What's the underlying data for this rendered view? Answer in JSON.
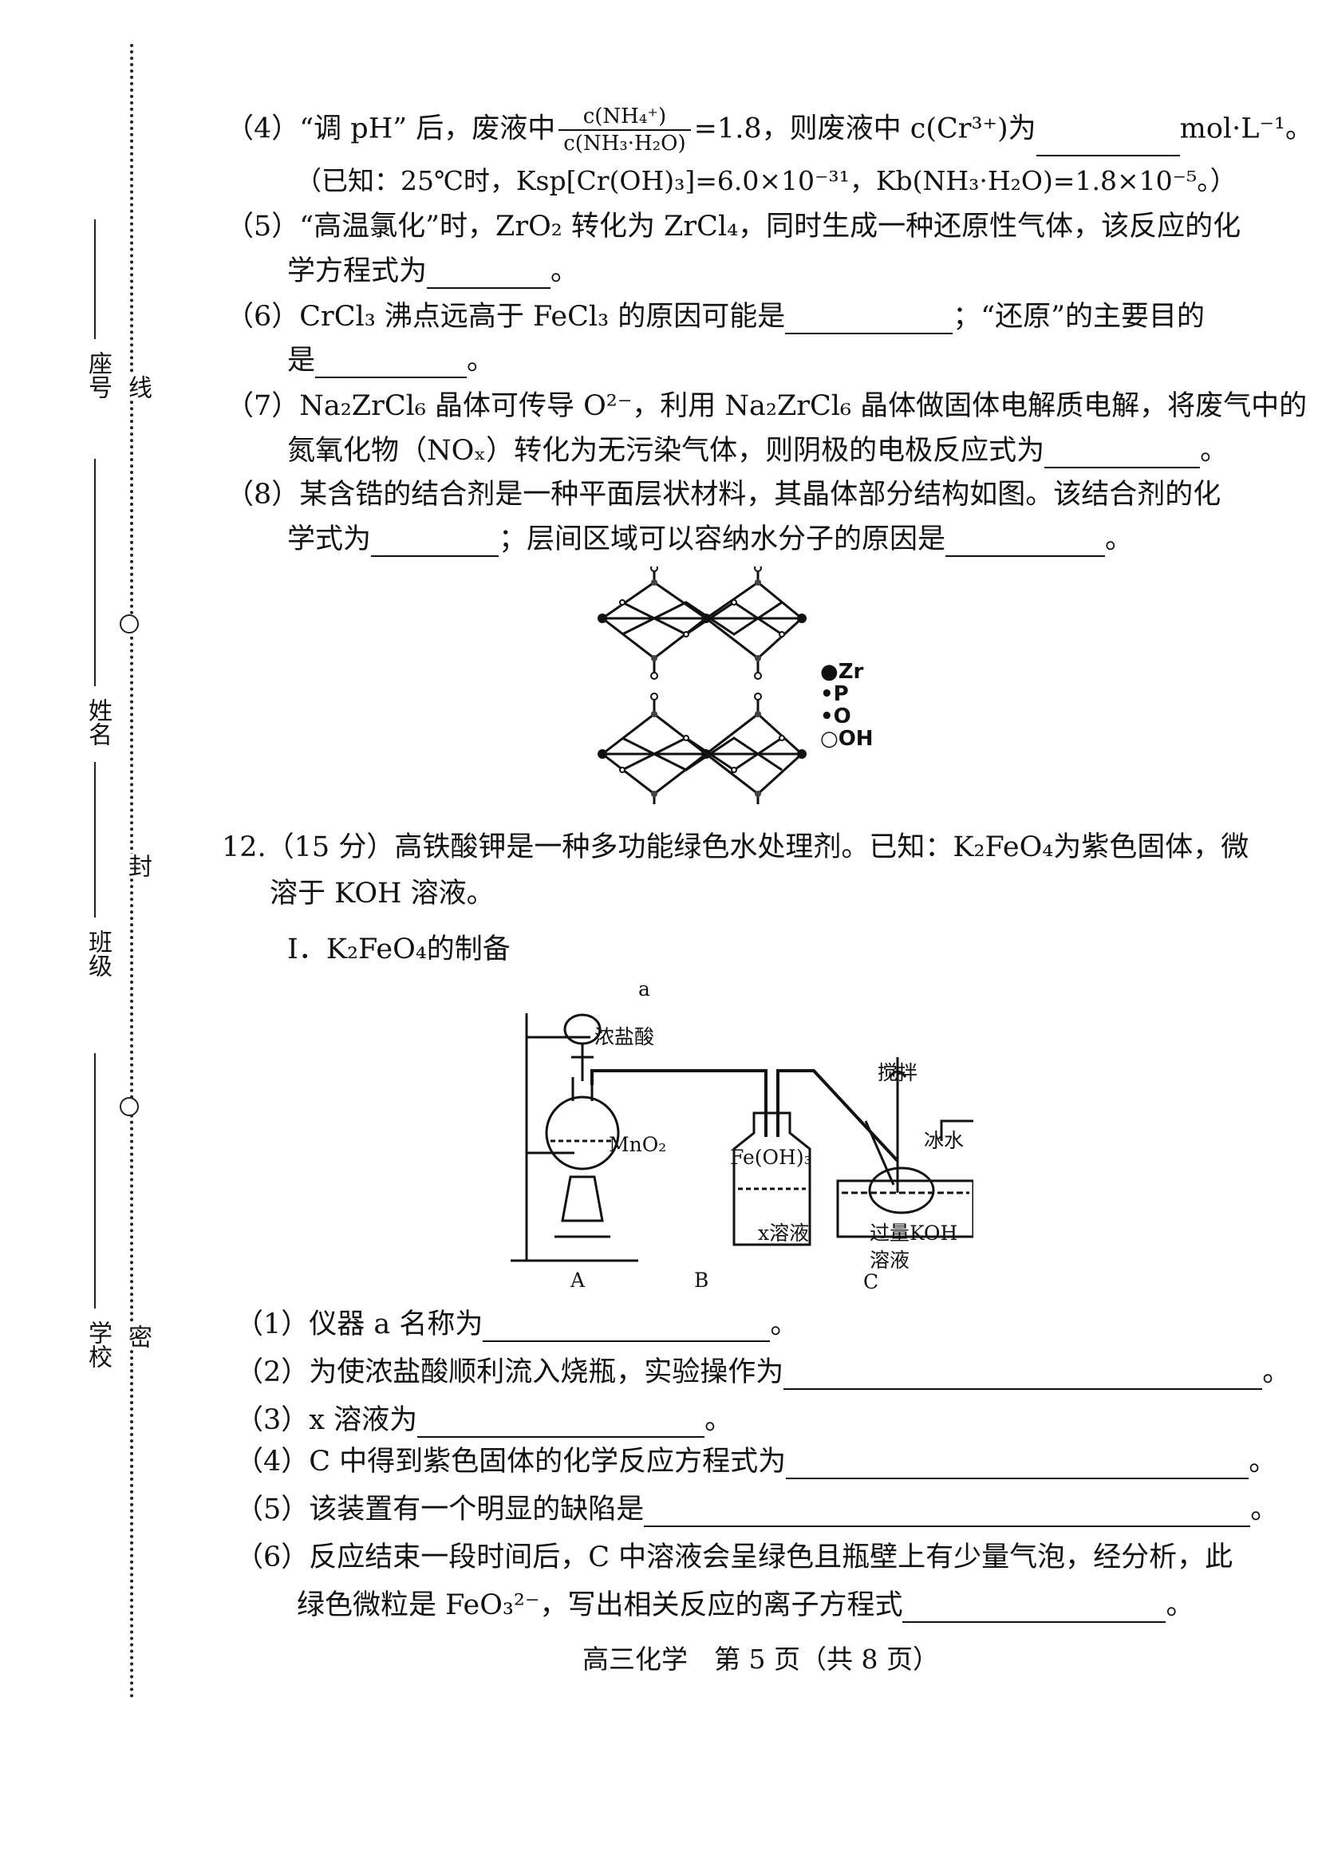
{
  "sidebar": {
    "seat_label": "座号",
    "name_label": "姓名",
    "class_label": "班级",
    "school_label": "学校",
    "line_word": "线",
    "seal_word": "封",
    "secret_word": "密"
  },
  "q11": {
    "p4_a": "（4）“调 pH” 后，废液中",
    "p4_num": "c(NH₄⁺)",
    "p4_den": "c(NH₃·H₂O)",
    "p4_b": "=1.8，则废液中 c(Cr³⁺)为",
    "p4_unit": "mol·L⁻¹。",
    "p4_known": "（已知：25℃时，Ksp[Cr(OH)₃]=6.0×10⁻³¹，Kb(NH₃·H₂O)=1.8×10⁻⁵。）",
    "p5_a": "（5）“高温氯化”时，ZrO₂ 转化为 ZrCl₄，同时生成一种还原性气体，该反应的化",
    "p5_b": "学方程式为",
    "p6_a": "（6）CrCl₃ 沸点远高于 FeCl₃ 的原因可能是",
    "p6_b": "；“还原”的主要目的",
    "p6_c": "是",
    "p7_a": "（7）Na₂ZrCl₆ 晶体可传导 O²⁻，利用 Na₂ZrCl₆ 晶体做固体电解质电解，将废气中的",
    "p7_b": "氮氧化物（NOₓ）转化为无污染气体，则阴极的电极反应式为",
    "p8_a": "（8）某含锆的结合剂是一种平面层状材料，其晶体部分结构如图。该结合剂的化",
    "p8_b": "学式为",
    "p8_c": "；层间区域可以容纳水分子的原因是",
    "period": "。",
    "legend": [
      "Zr",
      "P",
      "O",
      "OH"
    ]
  },
  "q12": {
    "title_a": "12.（15 分）高铁酸钾是一种多功能绿色水处理剂。已知：K₂FeO₄为紫色固体，微",
    "title_b": "溶于 KOH 溶液。",
    "section1": "Ⅰ．K₂FeO₄的制备",
    "apparatus": {
      "a": "a",
      "conc_hcl": "浓盐酸",
      "mno2": "MnO₂",
      "feoh3": "Fe(OH)₃",
      "x_solution": "x溶液",
      "stir": "搅拌",
      "ice_water": "冰水",
      "koh_1": "过量KOH",
      "koh_2": "溶液",
      "label_A": "A",
      "label_B": "B",
      "label_C": "C"
    },
    "s1": "（1）仪器 a 名称为",
    "s2": "（2）为使浓盐酸顺利流入烧瓶，实验操作为",
    "s3": "（3）x 溶液为",
    "s4": "（4）C 中得到紫色固体的化学反应方程式为",
    "s5": "（5）该装置有一个明显的缺陷是",
    "s6_a": "（6）反应结束一段时间后，C 中溶液会呈绿色且瓶壁上有少量气泡，经分析，此",
    "s6_b": "绿色微粒是 FeO₃²⁻，写出相关反应的离子方程式",
    "period": "。"
  },
  "footer": "高三化学　第 5 页（共 8 页）"
}
